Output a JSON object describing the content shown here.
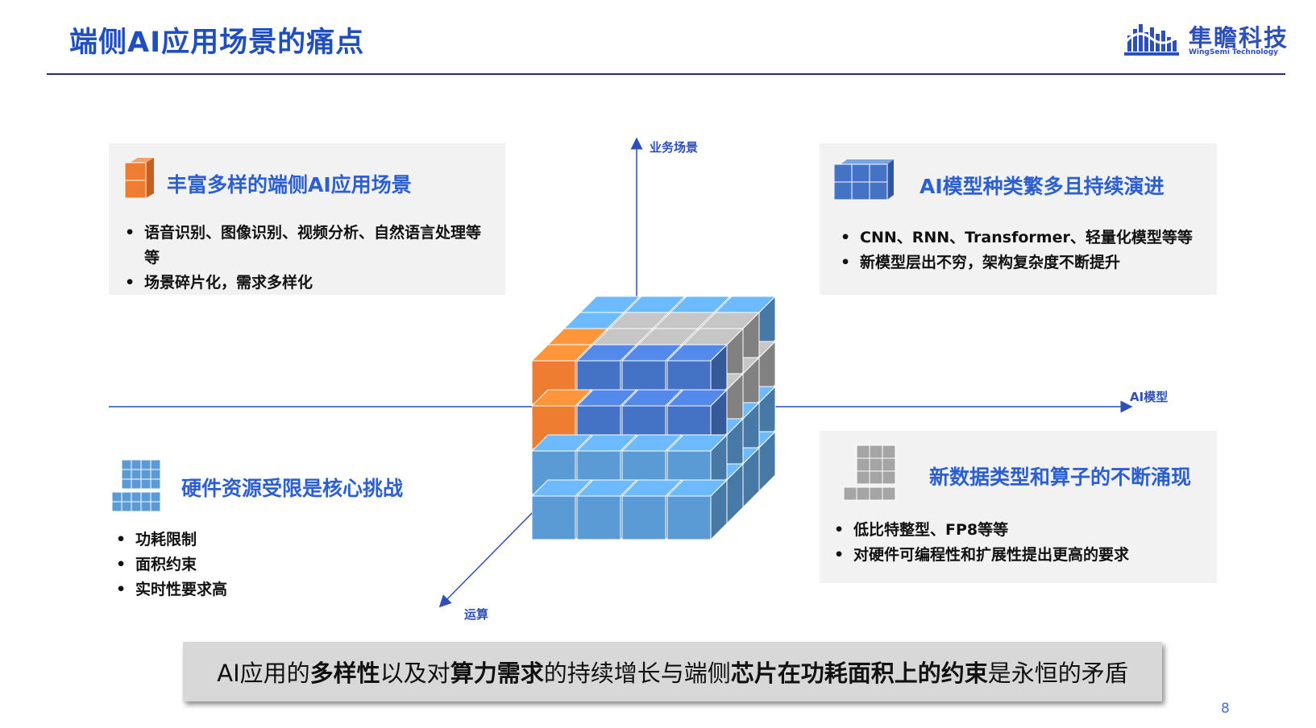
{
  "slide": {
    "title": "端侧AI应用场景的痛点",
    "page_number": "8"
  },
  "logo": {
    "name_cn": "隼瞻科技",
    "name_en": "WingSemi Technology"
  },
  "axes": {
    "vertical": "业务场景",
    "horizontal": "AI模型",
    "diagonal": "运算"
  },
  "panels": {
    "top_left": {
      "title": "丰富多样的端侧AI应用场景",
      "bullets": [
        "语音识别、图像识别、视频分析、自然语言处理等等",
        "场景碎片化，需求多样化"
      ]
    },
    "top_right": {
      "title": "AI模型种类繁多且持续演进",
      "bullets": [
        "CNN、RNN、Transformer、轻量化模型等等",
        "新模型层出不穷，架构复杂度不断提升"
      ]
    },
    "bottom_left": {
      "title": "硬件资源受限是核心挑战",
      "bullets": [
        "功耗限制",
        "面积约束",
        "实时性要求高"
      ]
    },
    "bottom_right": {
      "title": "新数据类型和算子的不断涌现",
      "bullets": [
        "低比特整型、FP8等等",
        "对硬件可编程性和扩展性提出更高的要求"
      ]
    }
  },
  "summary": {
    "p1": "AI应用的",
    "b1": "多样性",
    "p2": "以及对",
    "b2": "算力需求",
    "p3": "的持续增长与端侧",
    "b3": "芯片在功耗面积上的约束",
    "p4": "是永恒的矛盾"
  },
  "colors": {
    "title_blue": "#1f4fbf",
    "orange": "#ee7d31",
    "dark_blue": "#4472c4",
    "light_blue": "#5b9bd5",
    "gray": "#a5a5a5"
  }
}
